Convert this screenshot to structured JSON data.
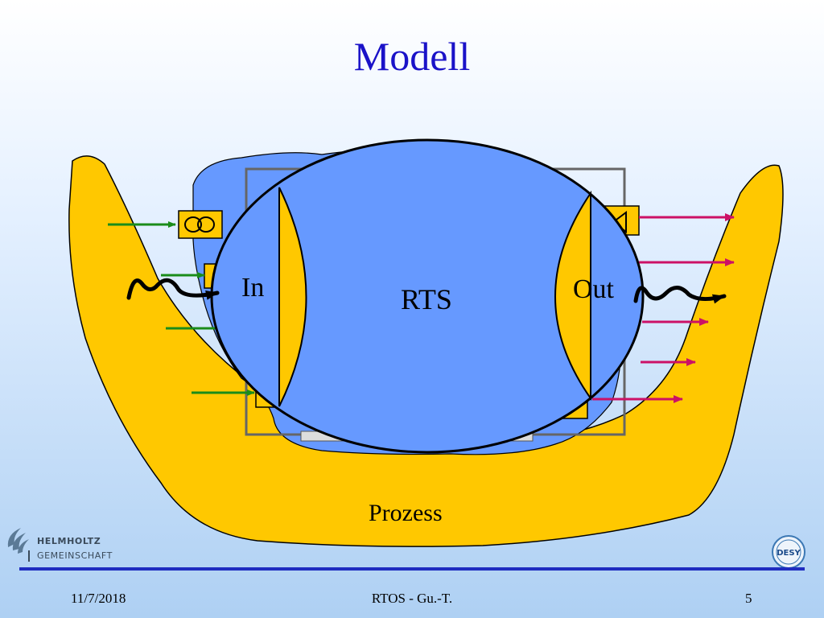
{
  "slide": {
    "title": "Modell"
  },
  "diagram": {
    "label_in": "In",
    "label_out": "Out",
    "label_rts": "RTS",
    "label_process": "Prozess"
  },
  "logos": {
    "left_line1": "HELMHOLTZ",
    "left_line2": "GEMEINSCHAFT",
    "right_text": "DESY"
  },
  "footer": {
    "date": "11/7/2018",
    "center": "RTOS - Gu.-T.",
    "page": "5"
  },
  "colors": {
    "title": "#1a12c8",
    "process_fill": "#ffc800",
    "system_fill": "#6699ff",
    "input_arrows": "#1a8c1a",
    "output_arrows": "#cc1166",
    "footer_rule": "#1f2cc0"
  }
}
